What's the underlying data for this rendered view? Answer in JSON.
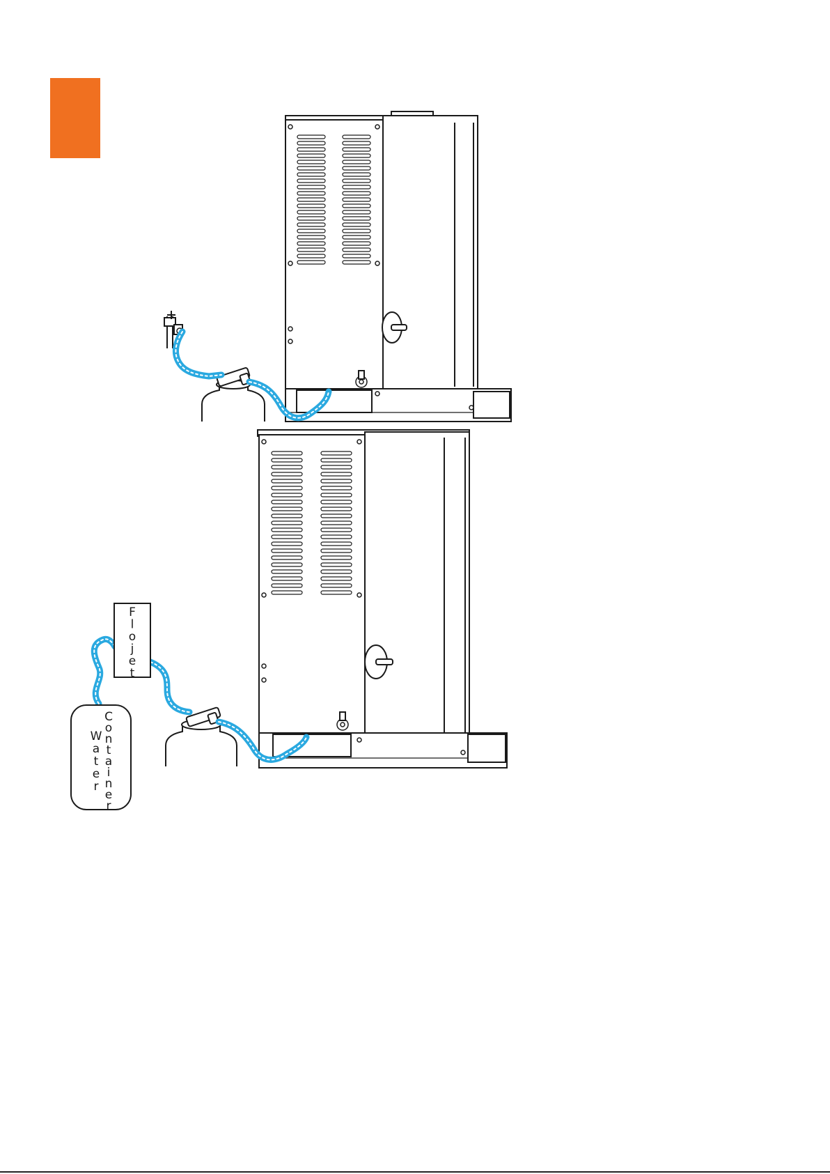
{
  "colors": {
    "accent": "#f07020",
    "hose": "#2aa9e0",
    "line": "#1a1a1a",
    "background": "#ffffff"
  },
  "labels": {
    "flojet": "Flojet",
    "water_container": [
      "Water",
      "Container"
    ]
  },
  "icons": [
    "water-tap-icon",
    "filter-canister-icon",
    "flojet-pump-icon",
    "water-container-icon"
  ]
}
